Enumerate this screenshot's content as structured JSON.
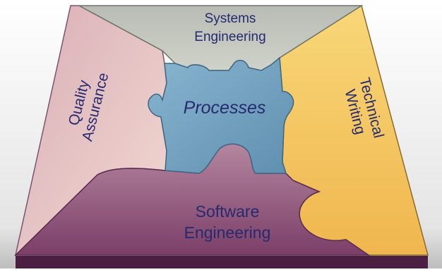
{
  "diagram": {
    "center": {
      "label": "Processes",
      "color": "#6f9fbd"
    },
    "top": {
      "line1": "Systems",
      "line2": "Engineering",
      "color": "#c2c6bd"
    },
    "left": {
      "line1": "Quality",
      "line2": "Assurance",
      "color": "#e7c3c6"
    },
    "right": {
      "line1": "Technical",
      "line2": "Writing",
      "color": "#f6c761"
    },
    "bottom": {
      "line1": "Software",
      "line2": "Engineering",
      "color": "#a96b8f"
    },
    "text_color": "#262a6e"
  }
}
